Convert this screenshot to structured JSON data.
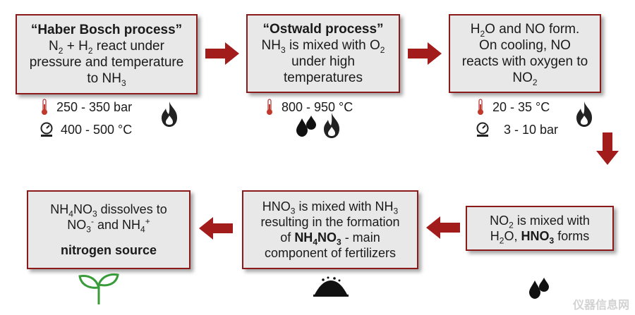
{
  "colors": {
    "border": "#8b1a1a",
    "arrow": "#a31c1c",
    "box_fill": "#e8e8e8",
    "sprout": "#3a9b3a"
  },
  "boxes": {
    "haber": {
      "title": "“Haber Bosch process”",
      "l1_a": "N",
      "l1_s1": "2",
      "l1_b": " + H",
      "l1_s2": "2",
      "l1_c": " react under",
      "l2": "pressure and temperature",
      "l3_a": "to NH",
      "l3_s": "3"
    },
    "ostwald": {
      "title": "“Ostwald process”",
      "l1_a": "NH",
      "l1_s1": "3",
      "l1_b": " is mixed with O",
      "l1_s2": "2",
      "l2": "under high",
      "l3": "temperatures"
    },
    "cooling": {
      "l1_a": "H",
      "l1_s": "2",
      "l1_b": "O and NO form.",
      "l2": "On cooling, NO",
      "l3": "reacts with oxygen to",
      "l4_a": "NO",
      "l4_s": "2"
    },
    "no2": {
      "l1_a": "NO",
      "l1_s": "2",
      "l1_b": " is mixed with",
      "l2_a": "H",
      "l2_s": "2",
      "l2_b": "O, ",
      "l2_bold": "HNO",
      "l2_bold_s": "3",
      "l2_c": " forms"
    },
    "hno3": {
      "l1_a": "HNO",
      "l1_s1": "3",
      "l1_b": " is mixed with NH",
      "l1_s2": "3",
      "l2": "resulting in the formation",
      "l3_a": "of ",
      "l3_bold": "NH",
      "l3_bold_s1": "4",
      "l3_bold_b": "NO",
      "l3_bold_s2": "3",
      "l3_c": "  - main",
      "l4": "component of fertilizers"
    },
    "dissolve": {
      "l1_a": "NH",
      "l1_s1": "4",
      "l1_b": "NO",
      "l1_s2": "3",
      "l1_c": " dissolves to",
      "l2_a": "NO",
      "l2_s1": "3",
      "l2_sup1": "-",
      "l2_b": " and NH",
      "l2_s2": "4",
      "l2_sup2": "+",
      "l3": "nitrogen source"
    }
  },
  "conditions": {
    "haber_pressure": "250 - 350 bar",
    "haber_temp": "400 - 500 °C",
    "ostwald_temp": "800 - 950 °C",
    "cooling_temp": "20 - 35 °C",
    "cooling_pressure": "3 - 10 bar"
  },
  "icons": [
    "thermometer-icon",
    "pressure-gauge-icon",
    "flame-icon",
    "droplets-icon",
    "sprout-icon",
    "soil-pile-icon",
    "arrow-right-icon",
    "arrow-left-icon",
    "arrow-down-icon"
  ],
  "watermark": "仪器信息网"
}
